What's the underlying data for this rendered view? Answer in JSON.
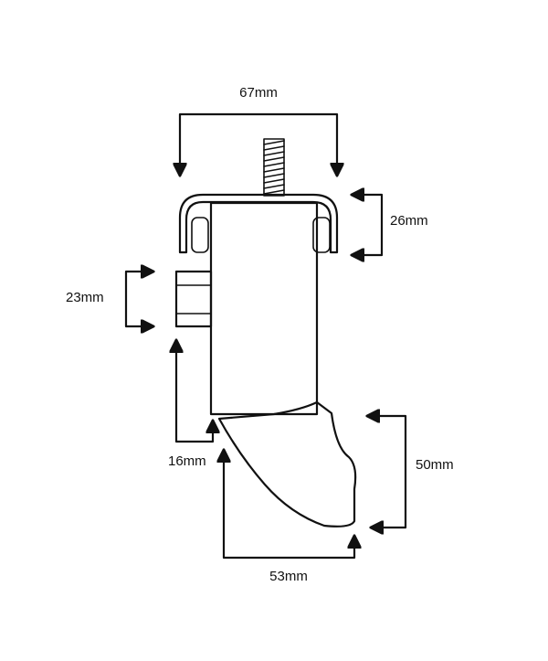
{
  "dimensions": {
    "width_top": "67mm",
    "bracket_height": "26mm",
    "side_block": "23mm",
    "heel_offset": "16mm",
    "foot_height": "50mm",
    "foot_depth": "53mm"
  }
}
